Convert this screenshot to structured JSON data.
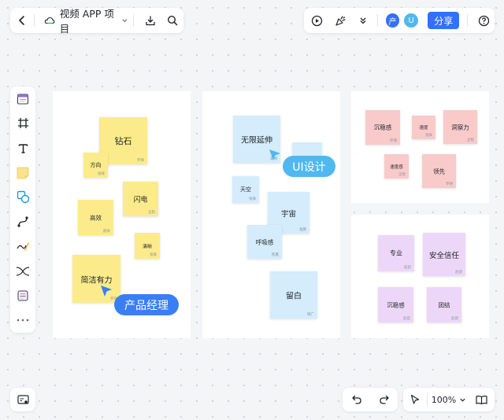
{
  "top_left": {
    "doc_title": "视频 APP 项目"
  },
  "top_right": {
    "avatar1": "产",
    "avatar2": "U",
    "share_label": "分享"
  },
  "zoom_label": "100%",
  "frame1": {
    "notes": [
      {
        "text": "钻石",
        "author": "罗保"
      },
      {
        "text": "方向",
        "author": "张锋"
      },
      {
        "text": "闪电",
        "author": "企程"
      },
      {
        "text": "高效",
        "author": "薛泉"
      },
      {
        "text": "清晰",
        "author": "张锋"
      },
      {
        "text": "简洁有力",
        "author": "罗保"
      }
    ],
    "cursor_label": "产品经理"
  },
  "frame2": {
    "notes": [
      {
        "text": "无限延伸",
        "author": "高畅"
      },
      {
        "text": "天空",
        "author": "张锋"
      },
      {
        "text": "宇宙",
        "author": "金鹏"
      },
      {
        "text": "呼吸感",
        "author": "陈鑫"
      },
      {
        "text": "留白",
        "author": "晓广"
      }
    ],
    "cursor_label": "UI设计"
  },
  "frame3": {
    "notes": [
      {
        "text": "沉稳感",
        "author": "罗保"
      },
      {
        "text": "速度",
        "author": "张锋"
      },
      {
        "text": "洞察力",
        "author": "企程"
      },
      {
        "text": "速度感",
        "author": "企程"
      },
      {
        "text": "领先",
        "author": "罗保"
      }
    ]
  },
  "frame4": {
    "notes": [
      {
        "text": "专业",
        "author": "赵骁"
      },
      {
        "text": "安全信任",
        "author": "赵骁"
      },
      {
        "text": "沉稳感",
        "author": "赵骁"
      },
      {
        "text": "团结",
        "author": "赵骁"
      }
    ]
  },
  "colors": {
    "yellow": "#fbeb8b",
    "blue": "#d4ecfb",
    "pink": "#f9caca",
    "violet": "#ecd7f8",
    "accent": "#3370ff",
    "cursor_pm": "#3a7ef6",
    "cursor_ui": "#4fb8f0"
  }
}
